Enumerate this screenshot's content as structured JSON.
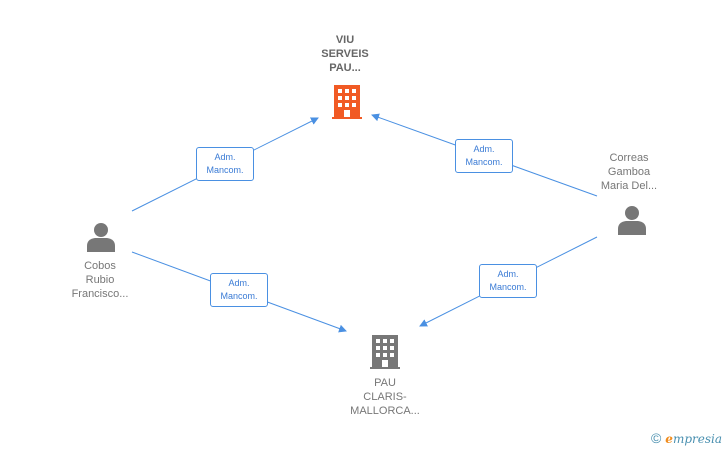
{
  "nodes": {
    "viu": {
      "label": "VIU\nSERVEIS\nPAU...",
      "icon": "building-icon",
      "color": "#f15a24"
    },
    "pau": {
      "label": "PAU\nCLARIS-\nMALLORCA...",
      "icon": "building-icon",
      "color": "#777777"
    },
    "cobos": {
      "label": "Cobos\nRubio\nFrancisco...",
      "icon": "person-icon",
      "color": "#777777"
    },
    "correas": {
      "label": "Correas\nGamboa\nMaria Del...",
      "icon": "person-icon",
      "color": "#777777"
    }
  },
  "edges": [
    {
      "from": "cobos",
      "to": "viu",
      "label": "Adm.\nMancom."
    },
    {
      "from": "correas",
      "to": "viu",
      "label": "Adm.\nMancom."
    },
    {
      "from": "cobos",
      "to": "pau",
      "label": "Adm.\nMancom."
    },
    {
      "from": "correas",
      "to": "pau",
      "label": "Adm.\nMancom."
    }
  ],
  "colors": {
    "edge": "#4a90e2",
    "main_node": "#f15a24",
    "node": "#777777"
  },
  "footer": {
    "copyright": "©",
    "brand_e": "e",
    "brand_rest": "mpresia"
  }
}
